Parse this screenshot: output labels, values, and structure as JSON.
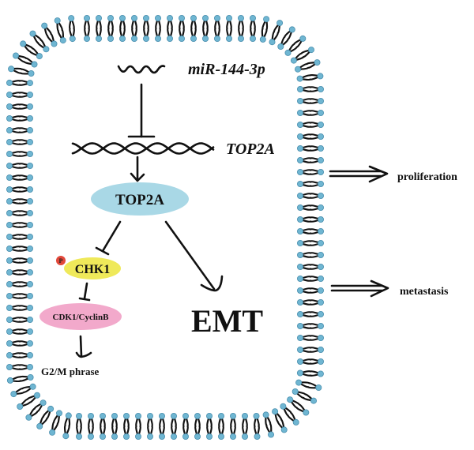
{
  "diagram": {
    "type": "signaling-pathway",
    "colors": {
      "membrane_head": "#6fb6d2",
      "membrane_head_stroke": "#4a8fae",
      "membrane_tail": "#111111",
      "top2a_protein": "#a9d8e6",
      "chk1_protein": "#efe95a",
      "cdk1_protein": "#f2a9cb",
      "phospho": "#e2483a",
      "ink": "#111111"
    },
    "labels": {
      "mirna": "miR-144-3p",
      "gene": "TOP2A",
      "top2a_protein": "TOP2A",
      "chk1": "CHK1",
      "phospho": "P",
      "cdk1_cyclinb": "CDK1/CyclinB",
      "g2m": "G2/M phrase",
      "emt": "EMT",
      "proliferation": "proliferation",
      "metastasis": "metastasis"
    },
    "nodes": [
      {
        "id": "mirna",
        "label": "miR-144-3p",
        "kind": "microRNA"
      },
      {
        "id": "gene",
        "label": "TOP2A",
        "kind": "DNA"
      },
      {
        "id": "top2a_protein",
        "label": "TOP2A",
        "kind": "protein"
      },
      {
        "id": "chk1",
        "label": "CHK1",
        "kind": "protein",
        "phosphorylated": true
      },
      {
        "id": "cdk1_cyclinb",
        "label": "CDK1/CyclinB",
        "kind": "protein complex"
      },
      {
        "id": "g2m",
        "label": "G2/M phrase",
        "kind": "outcome"
      },
      {
        "id": "emt",
        "label": "EMT",
        "kind": "outcome"
      },
      {
        "id": "proliferation",
        "label": "proliferation",
        "kind": "phenotype"
      },
      {
        "id": "metastasis",
        "label": "metastasis",
        "kind": "phenotype"
      }
    ],
    "edges": [
      {
        "from": "mirna",
        "to": "gene",
        "type": "inhibits"
      },
      {
        "from": "gene",
        "to": "top2a_protein",
        "type": "activates"
      },
      {
        "from": "top2a_protein",
        "to": "chk1",
        "type": "inhibits"
      },
      {
        "from": "top2a_protein",
        "to": "emt",
        "type": "activates"
      },
      {
        "from": "chk1",
        "to": "cdk1_cyclinb",
        "type": "inhibits"
      },
      {
        "from": "cdk1_cyclinb",
        "to": "g2m",
        "type": "activates"
      },
      {
        "from": "cell",
        "to": "proliferation",
        "type": "leads-to"
      },
      {
        "from": "cell",
        "to": "metastasis",
        "type": "leads-to"
      }
    ]
  }
}
